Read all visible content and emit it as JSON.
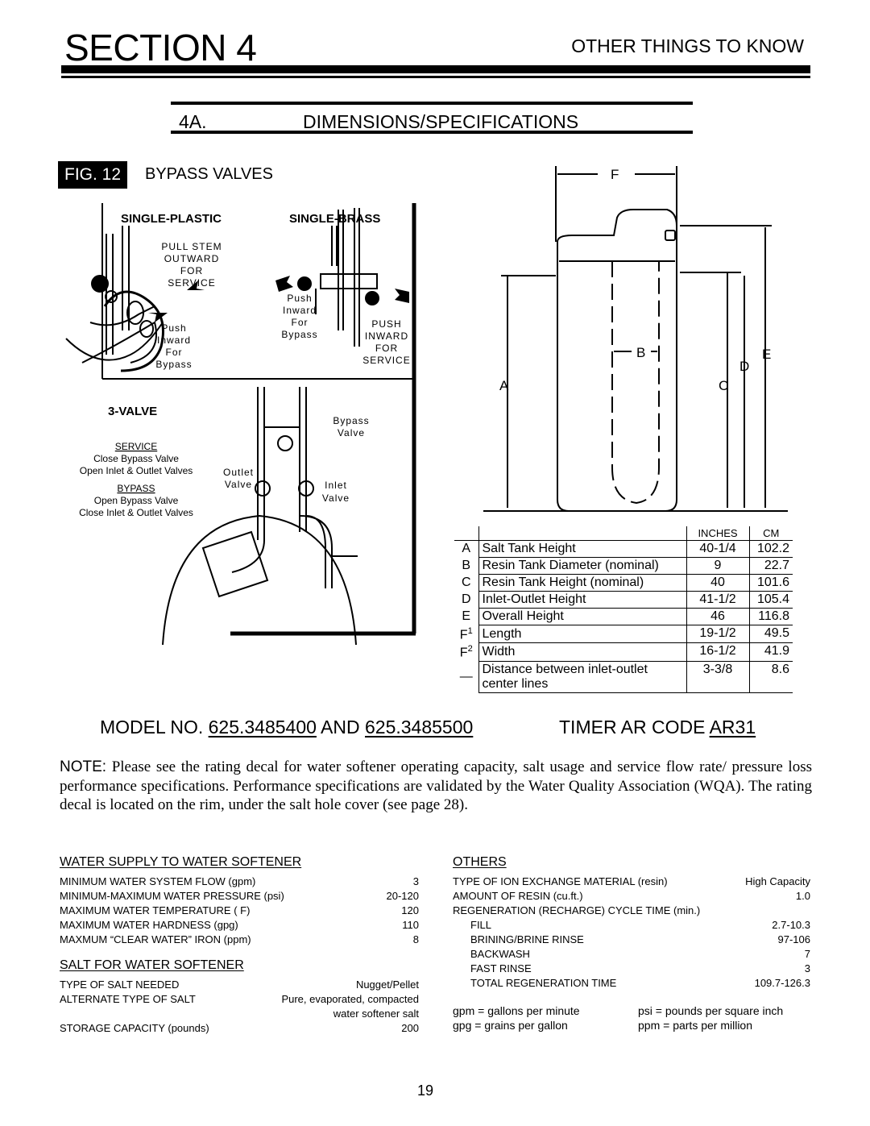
{
  "header": {
    "section": "SECTION 4",
    "subtitle": "OTHER THINGS TO KNOW"
  },
  "subsection": {
    "number": "4A.",
    "title": "DIMENSIONS/SPECIFICATIONS"
  },
  "figure": {
    "tag": "FIG. 12",
    "title": "BYPASS VALVES",
    "single_plastic": {
      "heading": "SINGLE-PLASTIC",
      "pull_stem": [
        "PULL STEM",
        "OUTWARD",
        "FOR",
        "SERVICE"
      ],
      "push_inward": [
        "Push",
        "Inward",
        "For",
        "Bypass"
      ]
    },
    "single_brass": {
      "heading": "SINGLE-BRASS",
      "push_inward_bypass": [
        "Push",
        "Inward",
        "For",
        "Bypass"
      ],
      "push_inward_service": [
        "PUSH",
        "INWARD",
        "FOR",
        "SERVICE"
      ]
    },
    "three_valve": {
      "heading": "3-VALVE",
      "service_label": "SERVICE",
      "service_lines": [
        "Close Bypass Valve",
        "Open Inlet & Outlet Valves"
      ],
      "bypass_label": "BYPASS",
      "bypass_lines": [
        "Open Bypass Valve",
        "Close Inlet & Outlet Valves"
      ],
      "bypass_valve": [
        "Bypass",
        "Valve"
      ],
      "outlet_valve": [
        "Outlet",
        "Valve"
      ],
      "inlet_valve": [
        "Inlet",
        "Valve"
      ]
    }
  },
  "dimension_letters": {
    "a": "A",
    "b": "B",
    "c": "C",
    "d": "D",
    "e": "E",
    "f": "F"
  },
  "dimensions_table": {
    "headers": [
      "INCHES",
      "CM"
    ],
    "rows": [
      {
        "key": "A",
        "sup": "",
        "label": "Salt Tank Height",
        "inches": "40-1/4",
        "cm": "102.2"
      },
      {
        "key": "B",
        "sup": "",
        "label": "Resin Tank Diameter (nominal)",
        "inches": "9",
        "cm": "22.7"
      },
      {
        "key": "C",
        "sup": "",
        "label": "Resin Tank Height (nominal)",
        "inches": "40",
        "cm": "101.6"
      },
      {
        "key": "D",
        "sup": "",
        "label": "Inlet-Outlet Height",
        "inches": "41-1/2",
        "cm": "105.4"
      },
      {
        "key": "E",
        "sup": "",
        "label": "Overall Height",
        "inches": "46",
        "cm": "116.8"
      },
      {
        "key": "F",
        "sup": "1",
        "label": "Length",
        "inches": "19-1/2",
        "cm": "49.5"
      },
      {
        "key": "F",
        "sup": "2",
        "label": "Width",
        "inches": "16-1/2",
        "cm": "41.9"
      },
      {
        "key": "—",
        "sup": "",
        "label": "Distance between inlet-outlet",
        "label2": "center lines",
        "inches": "3-3/8",
        "cm": "8.6"
      }
    ]
  },
  "model_line": {
    "prefix": "MODEL NO.",
    "model1": "625.3485400",
    "and": "AND",
    "model2": "625.3485500",
    "timer_prefix": "TIMER AR CODE",
    "timer_code": "AR31"
  },
  "note": {
    "label": "NOTE:",
    "text": "Please see the rating decal for water softener operating capacity, salt usage and service flow rate/ pressure loss performance specifications. Performance specifications are validated by the Water Quality Association (WQA). The rating decal is located on the rim, under the salt hole cover (see page 28)."
  },
  "water_supply": {
    "heading": "WATER SUPPLY TO WATER SOFTENER",
    "rows": [
      {
        "label": "MINIMUM WATER SYSTEM FLOW (gpm)",
        "value": "3"
      },
      {
        "label": "MINIMUM-MAXIMUM WATER PRESSURE (psi)",
        "value": "20-120"
      },
      {
        "label": "MAXIMUM WATER TEMPERATURE (  F)",
        "value": "120"
      },
      {
        "label": "MAXIMUM WATER HARDNESS (gpg)",
        "value": "110"
      },
      {
        "label": "MAXMUM “CLEAR WATER” IRON (ppm)",
        "value": "8"
      }
    ]
  },
  "salt": {
    "heading": "SALT FOR WATER SOFTENER",
    "type_label": "TYPE OF SALT NEEDED",
    "type_value": "Nugget/Pellet",
    "alt_label": "ALTERNATE TYPE OF SALT",
    "alt_value1": "Pure, evaporated, compacted",
    "alt_value2": "water softener salt",
    "storage_label": "STORAGE CAPACITY (pounds)",
    "storage_value": "200"
  },
  "others": {
    "heading": "OTHERS",
    "ion_label": "TYPE OF ION EXCHANGE MATERIAL (resin)",
    "ion_value": "High Capacity",
    "resin_label": "AMOUNT OF RESIN (cu.ft.)",
    "resin_value": "1.0",
    "regen_label": "REGENERATION (RECHARGE) CYCLE TIME (min.)",
    "cycle": [
      {
        "label": "FILL",
        "value": "2.7-10.3"
      },
      {
        "label": "BRINING/BRINE RINSE",
        "value": "97-106"
      },
      {
        "label": "BACKWASH",
        "value": "7"
      },
      {
        "label": "FAST RINSE",
        "value": "3"
      },
      {
        "label": "TOTAL REGENERATION TIME",
        "value": "109.7-126.3"
      }
    ]
  },
  "abbreviations": {
    "gpm": "gpm = gallons per minute",
    "gpg": "gpg = grains per gallon",
    "psi": "psi = pounds per square inch",
    "ppm": "ppm = parts per million"
  },
  "page_number": "19"
}
